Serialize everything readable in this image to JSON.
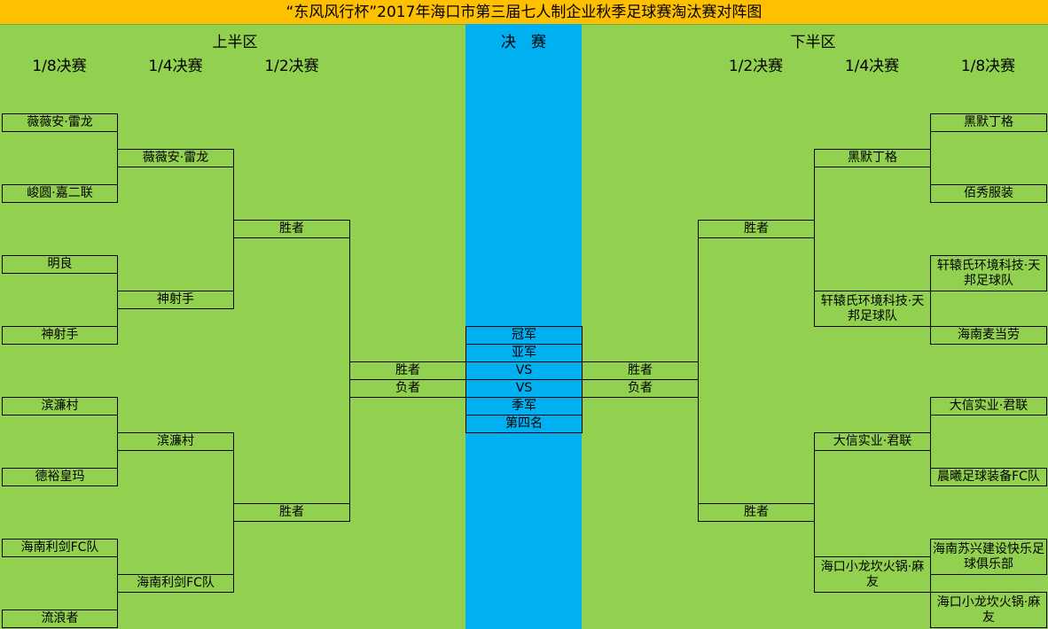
{
  "title": "“东风风行杯”2017年海口市第三届七人制企业秋季足球赛淘汰赛对阵图",
  "sections": {
    "upper": "上半区",
    "final": "决　赛",
    "lower": "下半区"
  },
  "round_labels": {
    "r16": "1/8决赛",
    "qf": "1/4决赛",
    "sf": "1/2决赛"
  },
  "left": {
    "r16": [
      "薇薇安·雷龙",
      "峻圆·嘉二联",
      "明良",
      "神射手",
      "滨濂村",
      "德裕皇玛",
      "海南利剑FC队",
      "流浪者"
    ],
    "qf": [
      "薇薇安·雷龙",
      "神射手",
      "滨濂村",
      "海南利剑FC队"
    ],
    "sf": [
      "胜者",
      "胜者"
    ],
    "final": [
      "胜者",
      "负者"
    ]
  },
  "right": {
    "r16": [
      "黑默丁格",
      "佰秀服装",
      "轩辕氏环境科技·天邦足球队",
      "海南麦当劳",
      "大信实业·君联",
      "晨曦足球装备FC队",
      "海南苏兴建设快乐足球俱乐部",
      "海口小龙坎火锅·麻友"
    ],
    "qf": [
      "黑默丁格",
      "轩辕氏环境科技·天邦足球队",
      "大信实业·君联",
      "海口小龙坎火锅·麻友"
    ],
    "sf": [
      "胜者",
      "胜者"
    ],
    "final": [
      "胜者",
      "负者"
    ]
  },
  "center": [
    "冠军",
    "亚军",
    "VS",
    "VS",
    "季军",
    "第四名"
  ]
}
